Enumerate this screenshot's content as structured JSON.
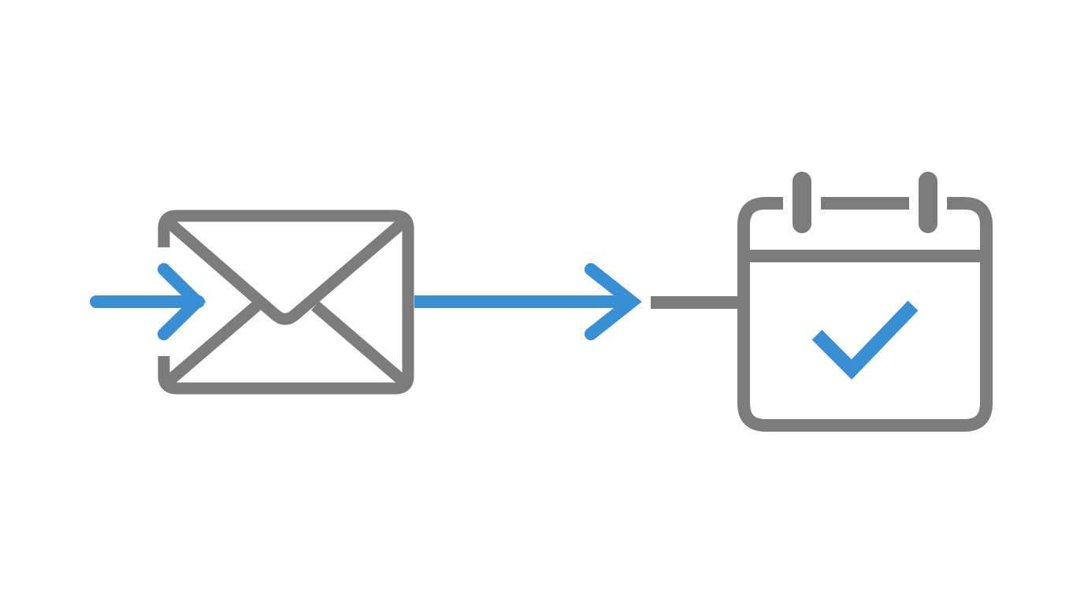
{
  "diagram": {
    "nodes": [
      {
        "icon": "envelope-icon"
      },
      {
        "icon": "calendar-check-icon"
      }
    ],
    "connectors": [
      {
        "from": "input",
        "to": "envelope-icon",
        "style": "arrow"
      },
      {
        "from": "envelope-icon",
        "to": "calendar-check-icon",
        "style": "arrow-then-line"
      }
    ],
    "colors": {
      "accent": "#3a8fd4",
      "stroke": "#7a7c7d",
      "background": "#ffffff"
    }
  }
}
